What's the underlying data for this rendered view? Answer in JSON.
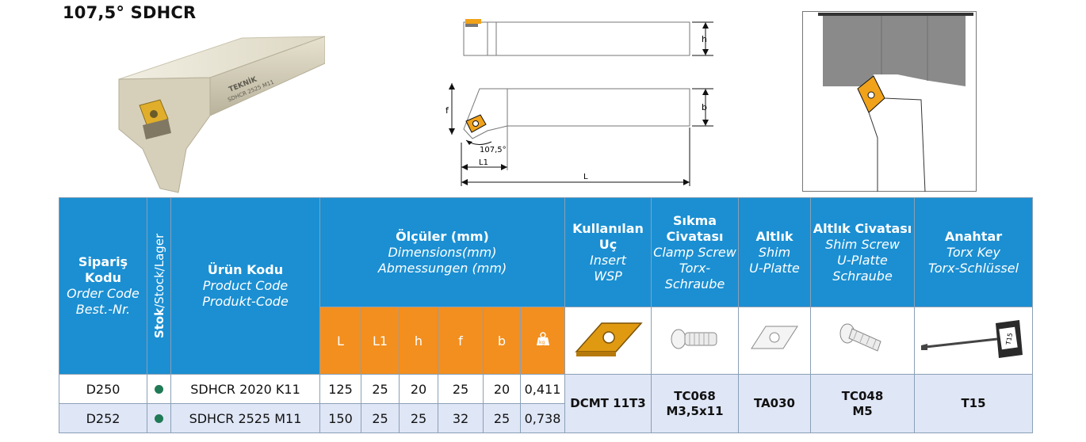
{
  "title": "107,5° SDHCR",
  "product_image": {
    "engraving_brand": "TEKNİK",
    "engraving_code": "SDHCR 2525 M11"
  },
  "drawing": {
    "dim_h": "h",
    "dim_b": "b",
    "dim_f": "f",
    "dim_L": "L",
    "dim_L1": "L1",
    "angle": "107,5°"
  },
  "table": {
    "headers": {
      "siparis": {
        "tr": "Sipariş Kodu",
        "en": "Order Code",
        "de": "Best.-Nr."
      },
      "stock": {
        "tr": "Stok",
        "rest": "/Stock/Lager"
      },
      "urun": {
        "tr": "Ürün Kodu",
        "en": "Product Code",
        "de": "Produkt-Code"
      },
      "olculer": {
        "tr": "Ölçüler (mm)",
        "en": "Dimensions(mm)",
        "de": "Abmessungen (mm)"
      },
      "insert": {
        "tr": "Kullanılan Uç",
        "en": "Insert",
        "de": "WSP"
      },
      "clamp": {
        "tr": "Sıkma Civatası",
        "en": "Clamp Screw",
        "de": "Torx-Schraube"
      },
      "shim": {
        "tr": "Altlık",
        "en": "Shim",
        "de": "U-Platte"
      },
      "shimscrew": {
        "tr": "Altlık Civatası",
        "en": "Shim Screw",
        "de": "U-Platte Schraube"
      },
      "key": {
        "tr": "Anahtar",
        "en": "Torx Key",
        "de": "Torx-Schlüssel"
      }
    },
    "dim_columns": [
      "L",
      "L1",
      "h",
      "f",
      "b"
    ],
    "weight_icon": "kg",
    "rows": [
      {
        "order": "D250",
        "code": "SDHCR 2020 K11",
        "L": "125",
        "L1": "25",
        "h": "20",
        "f": "25",
        "b": "20",
        "weight": "0,411"
      },
      {
        "order": "D252",
        "code": "SDHCR 2525 M11",
        "L": "150",
        "L1": "25",
        "h": "25",
        "f": "32",
        "b": "25",
        "weight": "0,738"
      }
    ],
    "parts": {
      "insert": "DCMT 11T3",
      "clamp_code": "TC068",
      "clamp_size": "M3,5x11",
      "shim": "TA030",
      "shimscrew_code": "TC048",
      "shimscrew_size": "M5",
      "key": "T15"
    },
    "key_label": "T15"
  },
  "colors": {
    "header_blue": "#1b8fd2",
    "header_orange": "#f28f1f",
    "row_alt": "#dfe6f6",
    "stock_dot": "#1f7a55"
  }
}
